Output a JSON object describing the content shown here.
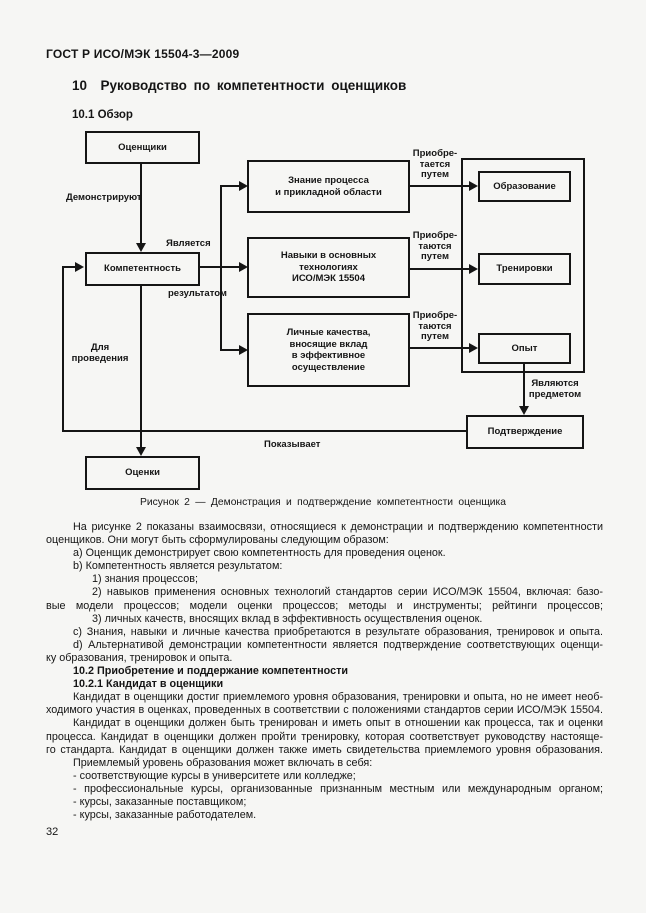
{
  "colors": {
    "ink": "#151515",
    "paper": "#f6f6f4"
  },
  "page": {
    "standard": "ГОСТ Р ИСО/МЭК 15504-3—2009",
    "number": "32"
  },
  "section": {
    "heading": "10  Руководство по компетентности оценщиков",
    "subheading": "10.1 Обзор"
  },
  "figure": {
    "caption": "Рисунок 2 — Демонстрация и подтверждение компетентности оценщика",
    "nodes": {
      "assessors": "Оценщики",
      "competence": "Компетентность",
      "assessments": "Оценки",
      "knowledge": "Знание процесса\nи прикладной области",
      "skills": "Навыки в основных\nтехнологиях\nИСО/МЭК 15504",
      "personal": "Личные качества,\nвносящие вклад\nв эффективное\nосуществление",
      "education": "Образование",
      "training": "Тренировки",
      "experience": "Опыт",
      "validation": "Подтверждение"
    },
    "labels": {
      "demonstrate": "Демонстрируют",
      "is": "Является",
      "result": "результатом",
      "acquired1": "Приобре-\nтается\nпутем",
      "acquired2": "Приобре-\nтаются\nпутем",
      "acquired3": "Приобре-\nтаются\nпутем",
      "subject": "Являются\nпредметом",
      "for_conducting": "Для\nпроведения",
      "shows": "Показывает"
    }
  },
  "body": {
    "lines": [
      "На рисунке 2 показаны взаимосвязи, относящиеся к демонстрации и подтверждению компетентности",
      "оценщиков. Они могут быть сформулированы следующим образом:",
      "a) Оценщик демонстрирует свою компетентность для проведения оценок.",
      "b) Компетентность является результатом:",
      "1) знания процессов;",
      "2) навыков применения основных технологий стандартов серии ИСО/МЭК 15504, включая: базо-",
      "вые модели процессов; модели оценки процессов; методы и инструменты; рейтинги процессов;",
      "3) личных качеств, вносящих вклад в эффективность осуществления оценок.",
      "c) Знания, навыки и личные качества приобретаются в результате образования, тренировок и опыта.",
      "d) Альтернативой демонстрации компетентности является подтверждение соответствующих оценщи-",
      "ку образования, тренировок и опыта.",
      "10.2 Приобретение и поддержание компетентности",
      "10.2.1 Кандидат в оценщики",
      "Кандидат в оценщики достиг приемлемого уровня образования, тренировки и опыта, но не имеет необ-",
      "ходимого участия в оценках, проведенных в соответствии с положениями стандартов серии ИСО/МЭК 15504.",
      "Кандидат в оценщики должен быть тренирован и иметь опыт в отношении как процесса, так и оценки",
      "процесса. Кандидат в оценщики должен пройти тренировку, которая соответствует руководству настояще-",
      "го стандарта. Кандидат в оценщики должен также иметь свидетельства приемлемого уровня образования.",
      "Приемлемый уровень образования может включать в себя:",
      "- соответствующие курсы в университете или колледже;",
      "- профессиональные курсы, организованные признанным местным или международным органом;",
      "- курсы, заказанные поставщиком;",
      "- курсы, заказанные работодателем."
    ]
  }
}
